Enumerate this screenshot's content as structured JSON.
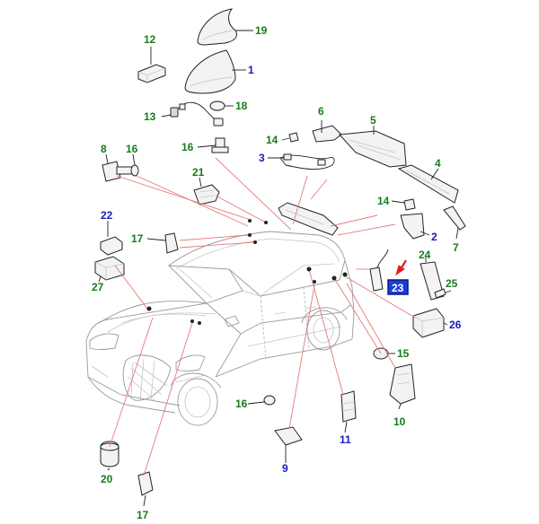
{
  "diagram": {
    "colors": {
      "callout_green": "#1a7a1a",
      "callout_blue": "#1a1ab8",
      "highlight_box": "#1a3fd6",
      "pointer_line": "#e67a7a",
      "arrow": "#e02020"
    },
    "callouts": [
      {
        "id": "c19",
        "text": "19",
        "color": "green"
      },
      {
        "id": "c1",
        "text": "1",
        "color": "blue"
      },
      {
        "id": "c12",
        "text": "12",
        "color": "green"
      },
      {
        "id": "c18",
        "text": "18",
        "color": "green"
      },
      {
        "id": "c13",
        "text": "13",
        "color": "green"
      },
      {
        "id": "c6",
        "text": "6",
        "color": "green"
      },
      {
        "id": "c5",
        "text": "5",
        "color": "green"
      },
      {
        "id": "c14a",
        "text": "14",
        "color": "green"
      },
      {
        "id": "c3",
        "text": "3",
        "color": "blue"
      },
      {
        "id": "c8",
        "text": "8",
        "color": "green"
      },
      {
        "id": "c16a",
        "text": "16",
        "color": "green"
      },
      {
        "id": "c16b",
        "text": "16",
        "color": "green"
      },
      {
        "id": "c4",
        "text": "4",
        "color": "green"
      },
      {
        "id": "c21",
        "text": "21",
        "color": "green"
      },
      {
        "id": "c14b",
        "text": "14",
        "color": "green"
      },
      {
        "id": "c22",
        "text": "22",
        "color": "blue"
      },
      {
        "id": "c2",
        "text": "2",
        "color": "blue"
      },
      {
        "id": "c17a",
        "text": "17",
        "color": "green"
      },
      {
        "id": "c7",
        "text": "7",
        "color": "green"
      },
      {
        "id": "c24",
        "text": "24",
        "color": "green"
      },
      {
        "id": "c27",
        "text": "27",
        "color": "green"
      },
      {
        "id": "c25",
        "text": "25",
        "color": "green"
      },
      {
        "id": "c23",
        "text": "23",
        "color": "highlight"
      },
      {
        "id": "c26",
        "text": "26",
        "color": "blue"
      },
      {
        "id": "c15",
        "text": "15",
        "color": "green"
      },
      {
        "id": "c10",
        "text": "10",
        "color": "green"
      },
      {
        "id": "c16c",
        "text": "16",
        "color": "green"
      },
      {
        "id": "c11",
        "text": "11",
        "color": "blue"
      },
      {
        "id": "c20",
        "text": "20",
        "color": "green"
      },
      {
        "id": "c9",
        "text": "9",
        "color": "blue"
      },
      {
        "id": "c17b",
        "text": "17",
        "color": "green"
      }
    ]
  }
}
